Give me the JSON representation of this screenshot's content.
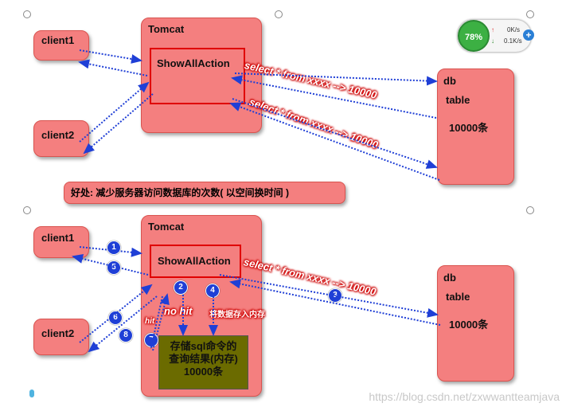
{
  "top": {
    "client1": "client1",
    "client2": "client2",
    "tomcat": "Tomcat",
    "action": "ShowAllAction",
    "db": "db",
    "table": "table",
    "rows": "10000条",
    "query1": "select * from xxxx --> 10000",
    "query2": "select * from xxxx --> 10000"
  },
  "benefit": "好处: 减少服务器访问数据库的次数( 以空间换时间 )",
  "bottom": {
    "client1": "client1",
    "client2": "client2",
    "tomcat": "Tomcat",
    "action": "ShowAllAction",
    "db": "db",
    "table": "table",
    "rows": "10000条",
    "query": "select * from xxxx --> 10000",
    "no_hit": "no hit",
    "hit": "hit",
    "store": "将数据存入内存",
    "cache_line1": "存储sql命令的",
    "cache_line2": "查询结果(内存)",
    "cache_line3": "10000条",
    "steps": [
      "1",
      "2",
      "3",
      "4",
      "5",
      "6",
      "7",
      "8"
    ]
  },
  "widget": {
    "percent": "78%",
    "up": "0K/s",
    "down": "0.1K/s",
    "plus": "+"
  },
  "watermark": "https://blog.csdn.net/zxwwantteamjava",
  "colors": {
    "box": "#f47f7f",
    "border": "#e00000",
    "arrow": "#1f3fd6",
    "cache": "#6b6b00"
  }
}
